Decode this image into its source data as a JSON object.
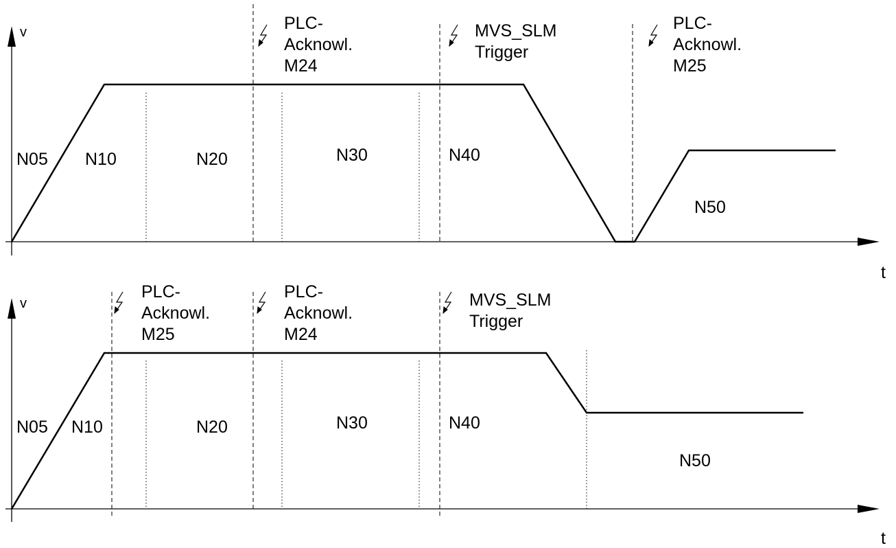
{
  "diagrams": [
    {
      "axis": {
        "y": "v",
        "x": "t"
      },
      "blocks": [
        "N05",
        "N10",
        "N20",
        "N30",
        "N40",
        "N50"
      ],
      "events": [
        {
          "lines": [
            "PLC-",
            "Acknowl.",
            "M24"
          ]
        },
        {
          "lines": [
            "MVS_SLM",
            "Trigger"
          ]
        },
        {
          "lines": [
            "PLC-",
            "Acknowl.",
            "M25"
          ]
        }
      ]
    },
    {
      "axis": {
        "y": "v",
        "x": "t"
      },
      "blocks": [
        "N05",
        "N10",
        "N20",
        "N30",
        "N40",
        "N50"
      ],
      "events": [
        {
          "lines": [
            "PLC-",
            "Acknowl.",
            "M25"
          ]
        },
        {
          "lines": [
            "PLC-",
            "Acknowl.",
            "M24"
          ]
        },
        {
          "lines": [
            "MVS_SLM",
            "Trigger"
          ]
        }
      ]
    }
  ]
}
